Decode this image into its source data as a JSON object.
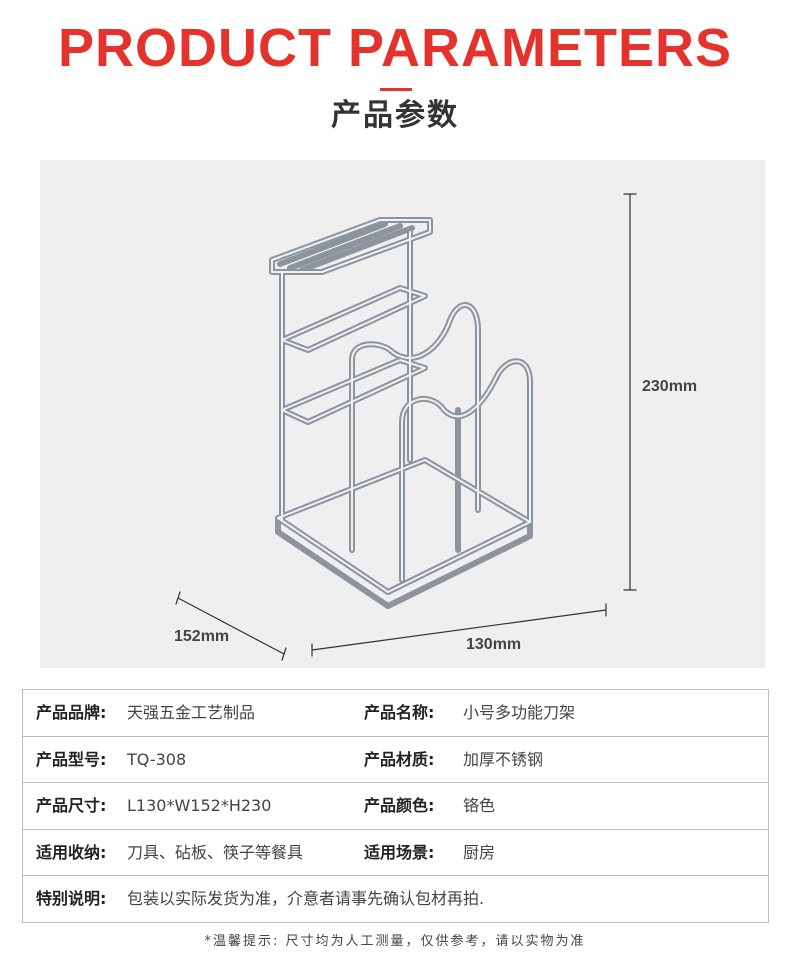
{
  "header": {
    "title_en": "PRODUCT PARAMETERS",
    "title_cn": "产品参数",
    "accent_color": "#e4322c"
  },
  "image": {
    "description_icon": "knife-cutting-board-rack-illustration",
    "dimensions": {
      "height": "230mm",
      "width": "152mm",
      "length": "130mm"
    }
  },
  "specs": [
    {
      "label1": "产品品牌:",
      "value1": "天强五金工艺制品",
      "label2": "产品名称:",
      "value2": "小号多功能刀架"
    },
    {
      "label1": "产品型号:",
      "value1": "TQ-308",
      "label2": "产品材质:",
      "value2": "加厚不锈钢"
    },
    {
      "label1": "产品尺寸:",
      "value1": "L130*W152*H230",
      "label2": "产品颜色:",
      "value2": "铬色"
    },
    {
      "label1": "适用收纳:",
      "value1": "刀具、砧板、筷子等餐具",
      "label2": "适用场景:",
      "value2": "厨房"
    }
  ],
  "note_row": {
    "label": "特别说明:",
    "value": "包装以实际发货为准，介意者请事先确认包材再拍."
  },
  "footnote": "*温馨提示: 尺寸均为人工测量，仅供参考，请以实物为准"
}
